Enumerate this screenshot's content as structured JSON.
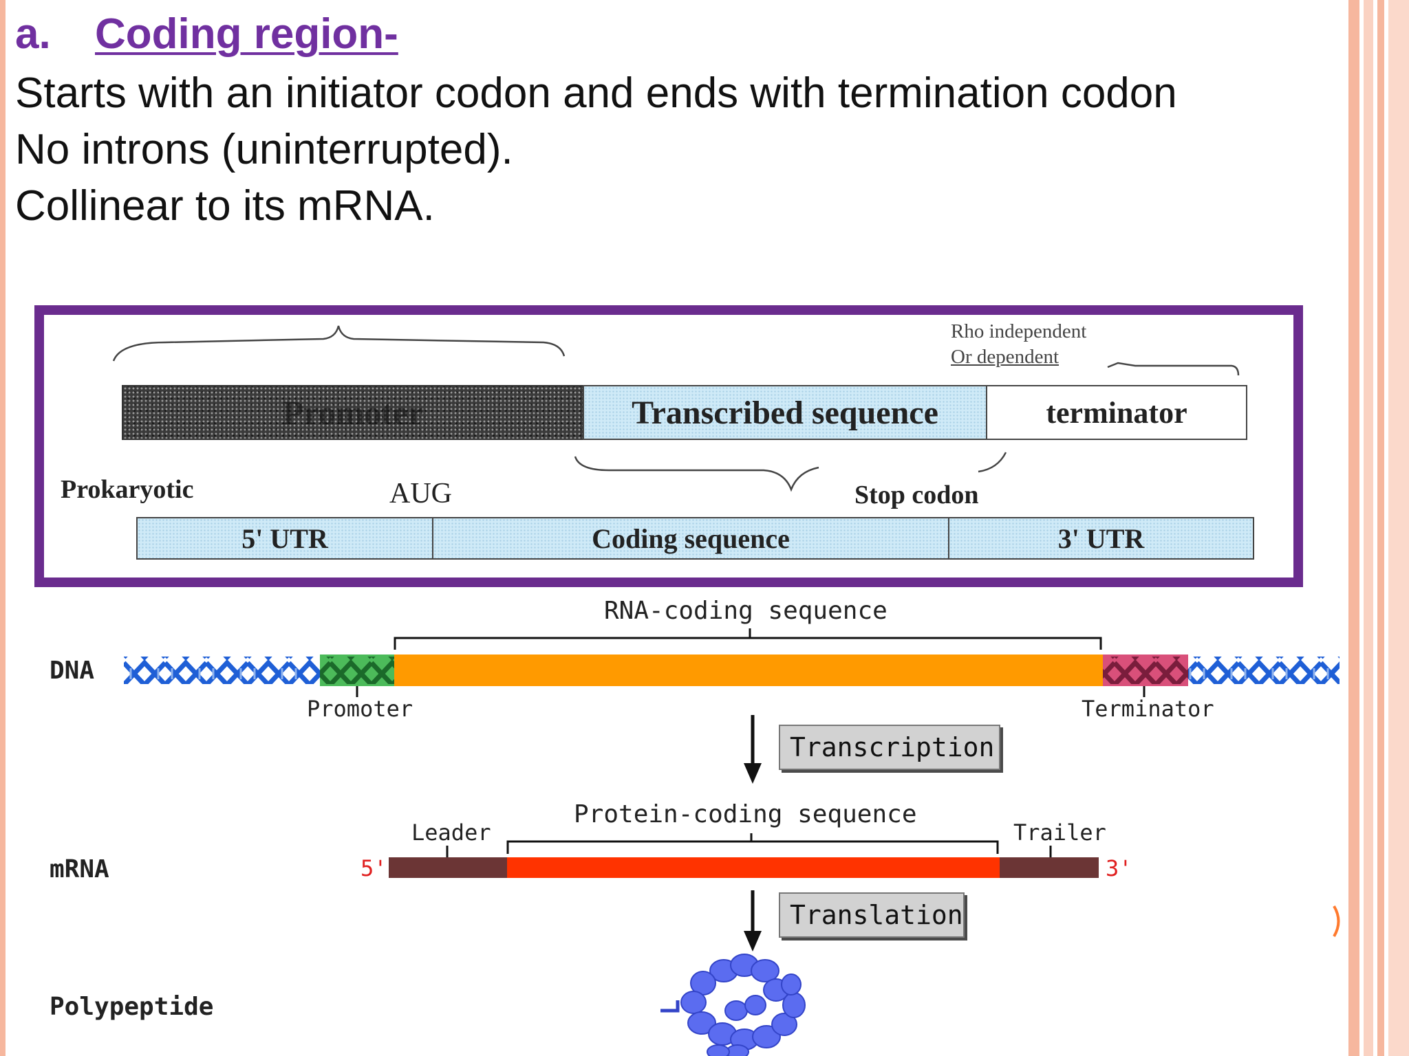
{
  "heading": {
    "number": "a.",
    "title": "Coding region-"
  },
  "bullets": [
    "Starts with an initiator codon and ends with termination codon",
    "No introns (uninterrupted).",
    "Collinear to its mRNA."
  ],
  "gene_diagram": {
    "rho_line1": "Rho independent",
    "rho_line2": "Or dependent",
    "promoter": "Promoter",
    "transcribed": "Transcribed sequence",
    "terminator": "terminator",
    "prokaryotic": "Prokaryotic",
    "aug": "AUG",
    "stop_codon": "Stop codon",
    "utr5": "5' UTR",
    "coding": "Coding sequence",
    "utr3": "3' UTR"
  },
  "flow_diagram": {
    "rna_coding": "RNA-coding sequence",
    "dna": "DNA",
    "promoter": "Promoter",
    "terminator": "Terminator",
    "transcription": "Transcription",
    "protein_coding": "Protein-coding sequence",
    "leader": "Leader",
    "trailer": "Trailer",
    "mrna": "mRNA",
    "five_prime": "5'",
    "three_prime": "3'",
    "translation": "Translation",
    "polypeptide": "Polypeptide"
  },
  "colors": {
    "heading": "#7030a0",
    "frame": "#6a2c8e",
    "dna_strand": "#1f5fd6",
    "promoter_box": "#4cbb5a",
    "coding_box": "#ff9a00",
    "terminator_box": "#d9507a",
    "mrna_ends": "#6b3535",
    "mrna_coding": "#ff3300",
    "prime_labels": "#e02020",
    "polypeptide": "#5b6cf0"
  }
}
